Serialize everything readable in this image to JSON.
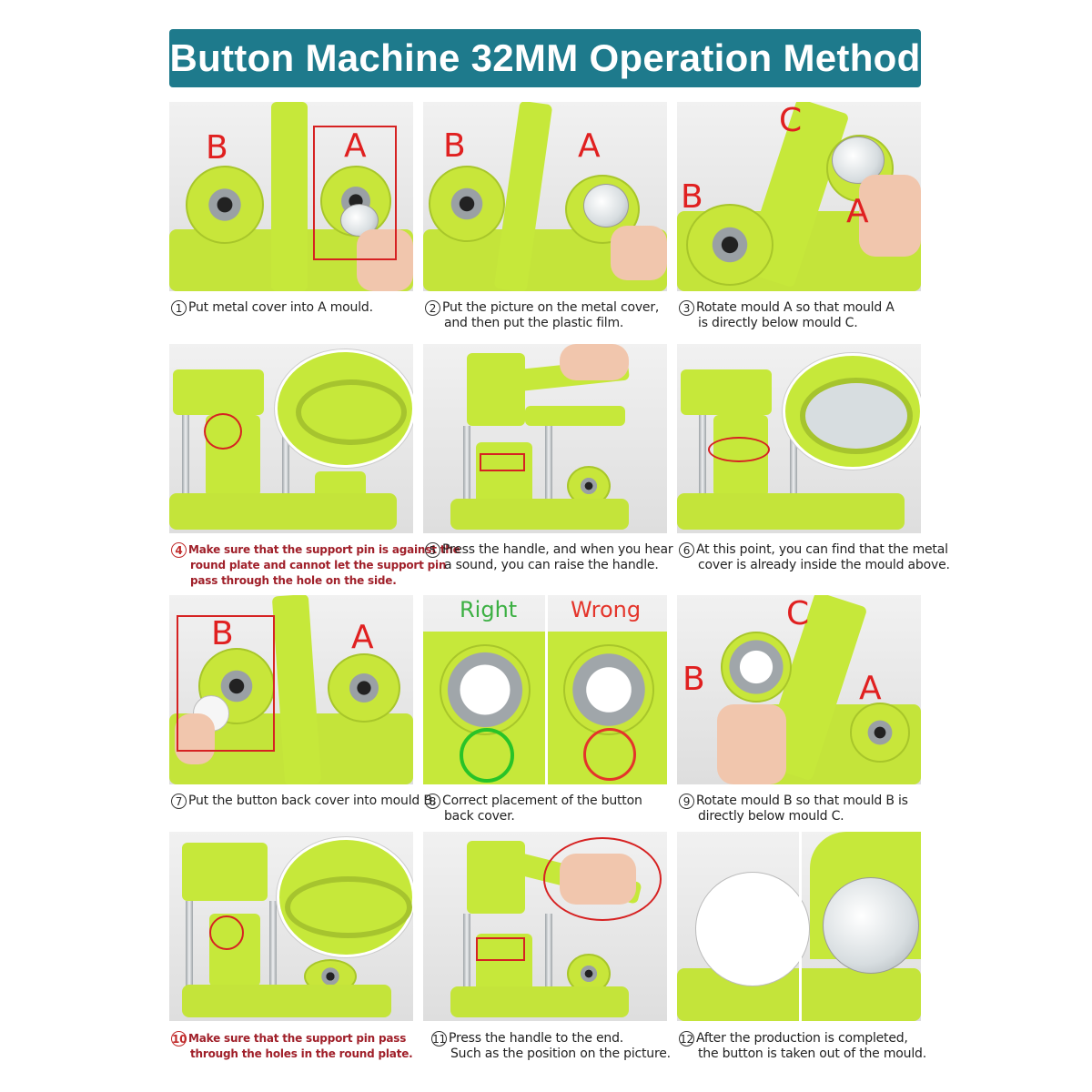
{
  "title": "Button Machine 32MM Operation Method",
  "steps": [
    {
      "num": "1",
      "text": "Put metal cover into A mould.",
      "line2": "",
      "labels": [
        "B",
        "A"
      ]
    },
    {
      "num": "2",
      "text": "Put the picture on the metal cover,",
      "line2": "and then put the plastic film.",
      "labels": [
        "B",
        "A"
      ]
    },
    {
      "num": "3",
      "text": "Rotate mould A so that mould A",
      "line2": "is directly below mould C.",
      "labels": [
        "C",
        "B",
        "A"
      ]
    },
    {
      "num": "4",
      "text": "Make sure that the support pin is against the",
      "line2": "round plate and cannot let the support pin",
      "line3": "pass through the hole on the side."
    },
    {
      "num": "5",
      "text": "Press the handle, and when you hear",
      "line2": "a sound, you can raise the handle."
    },
    {
      "num": "6",
      "text": "At this point, you can find that the metal",
      "line2": "cover is already inside the mould above."
    },
    {
      "num": "7",
      "text": "Put the button back cover into mould B.",
      "line2": "",
      "labels": [
        "B",
        "A"
      ]
    },
    {
      "num": "8",
      "text": "Correct placement of the button",
      "line2": "back cover.",
      "right": "Right",
      "wrong": "Wrong"
    },
    {
      "num": "9",
      "text": "Rotate mould B so that mould B is",
      "line2": "directly below mould C.",
      "labels": [
        "C",
        "B",
        "A"
      ]
    },
    {
      "num": "10",
      "text": "Make sure that the support pin pass",
      "line2": "through the holes in the round plate."
    },
    {
      "num": "11",
      "text": "Press the handle to the end.",
      "line2": "Such as the position on the picture."
    },
    {
      "num": "12",
      "text": "After the production is completed,",
      "line2": "the button is taken out of the mould."
    }
  ],
  "colors": {
    "title_bg": "#1e7a8c",
    "machine": "#c6e83a",
    "label_red": "#e02020",
    "warn_text": "#a0202a",
    "right_green": "#3cb043",
    "wrong_red": "#e4342a"
  }
}
